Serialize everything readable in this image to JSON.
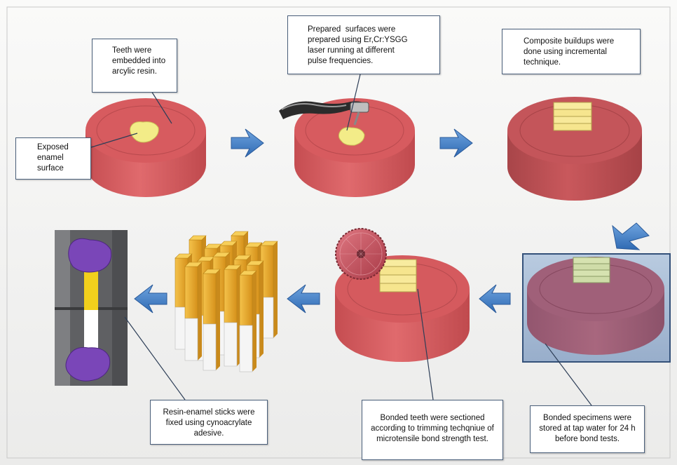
{
  "colors": {
    "background_top": "#f7f7f5",
    "background_bottom": "#ebebea",
    "resin": "#d95d60",
    "resin_dark": "#b7484c",
    "enamel": "#f2ec8a",
    "composite": "#f6e79a",
    "arrow": "#3f7ec6",
    "water_box": "#a9bdd6",
    "stick_gold": "#e6a521",
    "stick_white": "#f4f4f4",
    "enamel_purple": "#7a46b8"
  },
  "icons": {
    "laser_handpiece": "laser-handpiece-icon",
    "saw_disc": "diamond-saw-icon",
    "flow_arrow": "right-arrow-icon"
  },
  "callouts": {
    "teeth_embedded": [
      "Teeth were",
      "embedded into",
      "arcylic resin."
    ],
    "exposed_enamel": [
      "Exposed",
      "enamel",
      "surface"
    ],
    "prepared_surfaces": [
      "Prepared  surfaces were",
      "prepared using Er,Cr:YSGG",
      "laser running at different",
      "pulse frequencies."
    ],
    "composite_buildups": [
      "Composite buildups were",
      "done using incremental",
      "technique."
    ],
    "bonded_specimens": [
      "Bonded specimens were",
      "stored at tap water for 24 h",
      "before bond tests."
    ],
    "bonded_teeth": [
      "Bonded teeth were sectioned",
      "according to trimming techqniue of",
      "microtensile bond strength test."
    ],
    "resin_enamel_sticks": [
      "Resin-enamel sticks were",
      "fixed using cynoacrylate",
      "adesive."
    ]
  }
}
